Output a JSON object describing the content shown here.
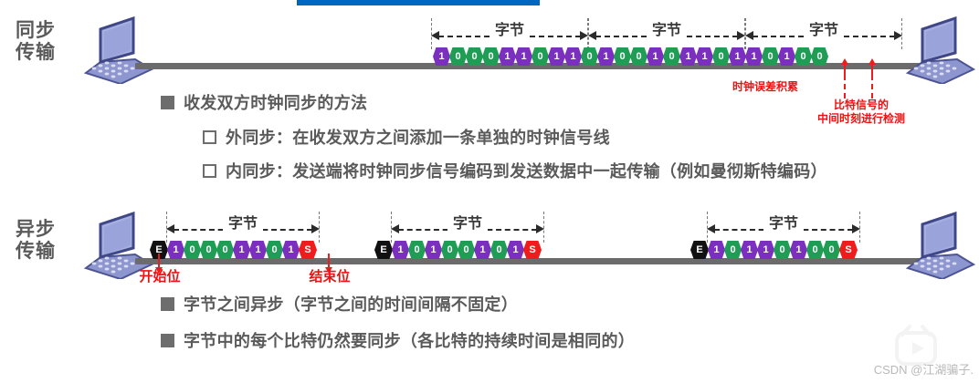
{
  "slide": {
    "accent_blue": "#0067c0",
    "bit_one_color": "#7b2fbe",
    "bit_zero_color": "#1f9d55",
    "start_bit_color": "#111111",
    "stop_bit_color": "#ee1c1c",
    "annotation_color": "#ee1111",
    "text_color": "#5a5a5a"
  },
  "sync_section": {
    "label_line1": "同步",
    "label_line2": "传输",
    "byte_caption": "字节",
    "bytes": [
      [
        "1",
        "0",
        "0",
        "0",
        "1",
        "1",
        "0",
        "1"
      ],
      [
        "1",
        "0",
        "1",
        "0",
        "0",
        "1",
        "0",
        "1"
      ],
      [
        "1",
        "0",
        "1",
        "1",
        "0",
        "1",
        "0",
        "0"
      ]
    ],
    "note_clock_drift": "时钟误差积累",
    "note_sample_line1": "比特信号的",
    "note_sample_line2": "中间时刻进行检测"
  },
  "middle_bullets": [
    {
      "marker": "filled",
      "text": "收发双方时钟同步的方法"
    },
    {
      "marker": "hollow",
      "text": "外同步：在收发双方之间添加一条单独的时钟信号线"
    },
    {
      "marker": "hollow",
      "text": "内同步：发送端将时钟同步信号编码到发送数据中一起传输（例如曼彻斯特编码）"
    }
  ],
  "async_section": {
    "label_line1": "异步",
    "label_line2": "传输",
    "byte_caption": "字节",
    "start_marker": "E",
    "stop_marker": "S",
    "bytes": [
      [
        "1",
        "0",
        "0",
        "0",
        "1",
        "1",
        "0",
        "1"
      ],
      [
        "1",
        "0",
        "1",
        "0",
        "0",
        "1",
        "0",
        "1"
      ],
      [
        "1",
        "0",
        "1",
        "1",
        "0",
        "1",
        "0",
        "0"
      ]
    ],
    "note_start_bit": "开始位",
    "note_stop_bit": "结束位"
  },
  "bottom_bullets": [
    {
      "marker": "filled",
      "text": "字节之间异步（字节之间的时间间隔不固定）"
    },
    {
      "marker": "filled",
      "text": "字节中的每个比特仍然要同步（各比特的持续时间是相同的）"
    }
  ],
  "watermark": {
    "text": "CSDN @江湖骗子."
  }
}
